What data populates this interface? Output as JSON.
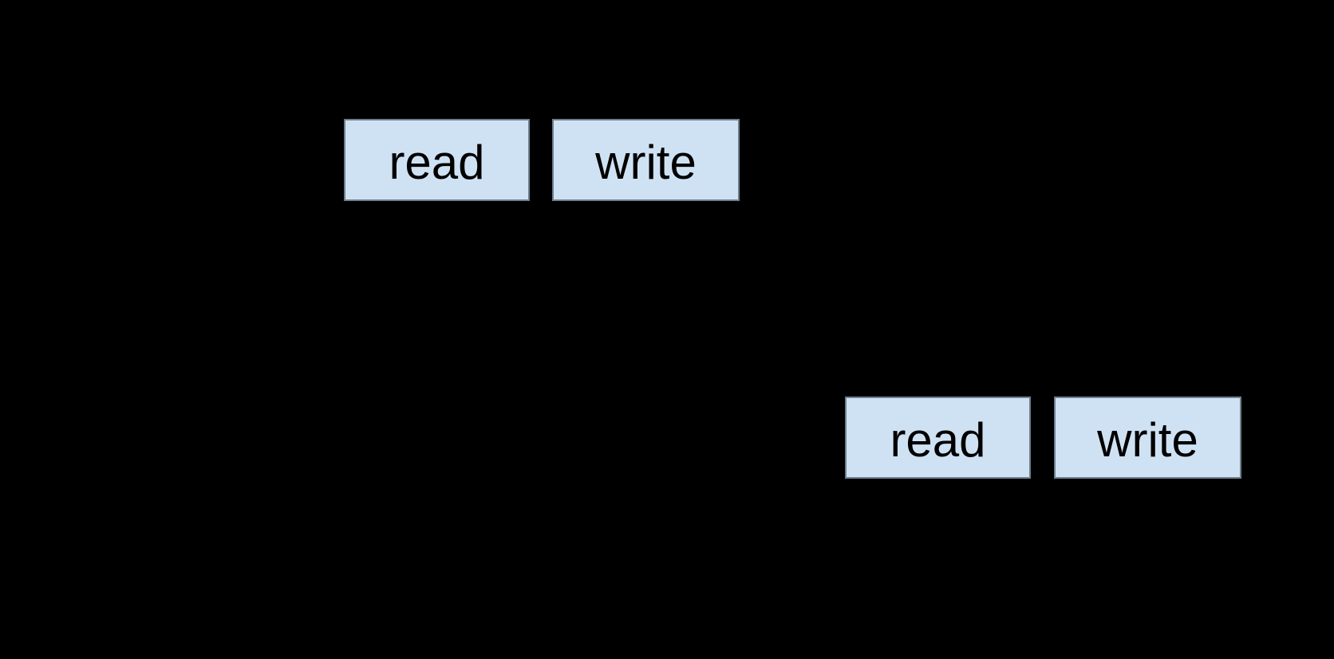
{
  "diagram": {
    "boxes": [
      {
        "id": "top-read",
        "label": "read"
      },
      {
        "id": "top-write",
        "label": "write"
      },
      {
        "id": "bottom-read",
        "label": "read"
      },
      {
        "id": "bottom-write",
        "label": "write"
      }
    ]
  },
  "colors": {
    "background": "#000000",
    "box_fill": "#cfe2f3",
    "box_border": "#6e7e8d",
    "box_text": "#000000"
  }
}
